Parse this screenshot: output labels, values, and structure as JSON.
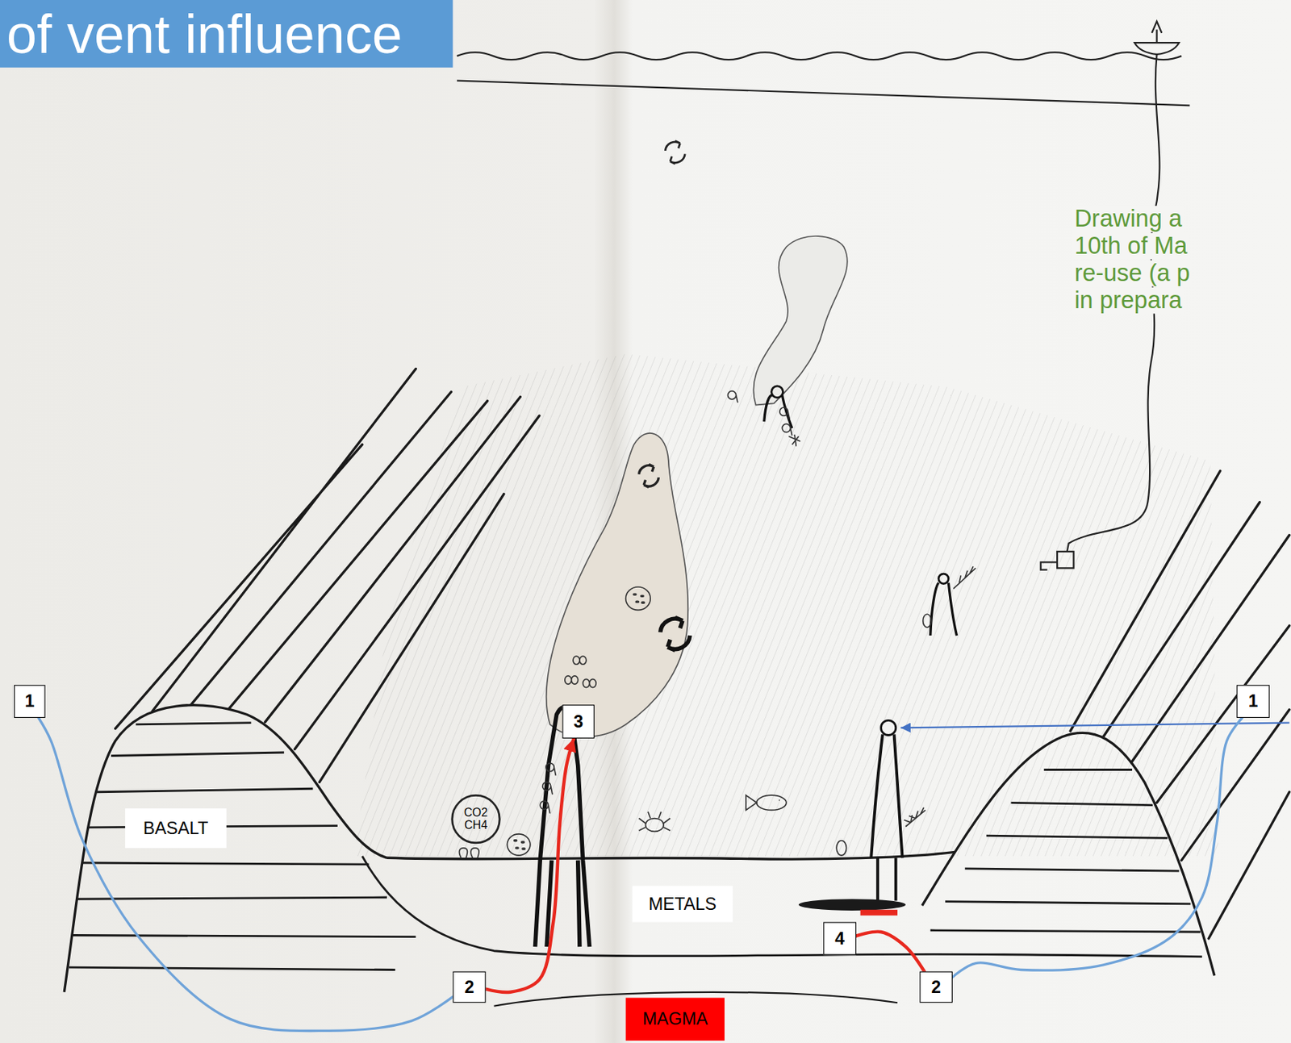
{
  "diagram": {
    "title": "of vent influence",
    "nodes": [
      {
        "text": [
          "1"
        ]
      },
      {
        "text": [
          "1"
        ]
      },
      {
        "text": [
          "3"
        ]
      },
      {
        "text": [
          "CO2 CH4"
        ]
      },
      {
        "text": [
          "BASALT"
        ]
      },
      {
        "text": [
          "METALS"
        ]
      },
      {
        "text": [
          "4"
        ]
      },
      {
        "text": [
          "2"
        ]
      },
      {
        "text": [
          "2"
        ]
      },
      {
        "text": [
          "MAGMA"
        ]
      }
    ],
    "edges": [
      {
        "from": 0,
        "to": 7,
        "arrow": "none"
      },
      {
        "from": 7,
        "to": 2,
        "arrow": "to"
      },
      {
        "from": 1,
        "to": 8,
        "arrow": "none"
      },
      {
        "from": 8,
        "to": 6,
        "arrow": "none"
      }
    ],
    "labels": [
      "Drawing a",
      "10th of Ma",
      "re-use (a p",
      "in prepara"
    ]
  }
}
